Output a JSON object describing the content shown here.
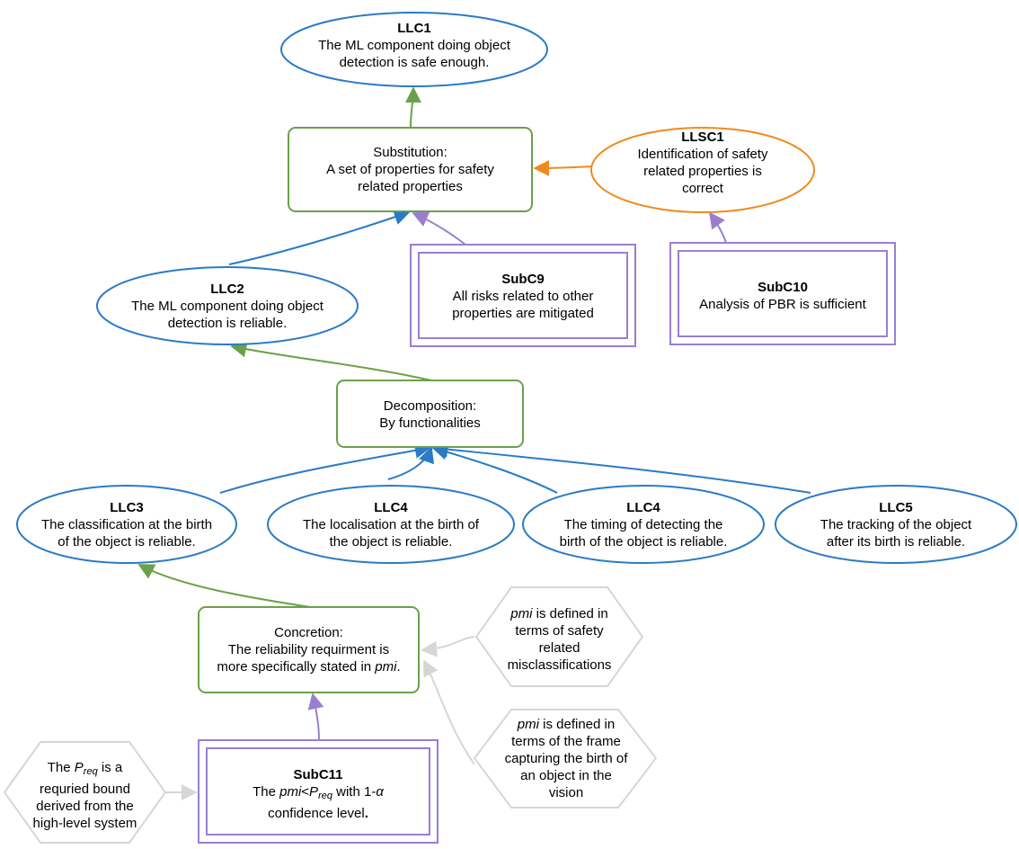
{
  "nodes": {
    "llc1": {
      "title": "LLC1",
      "line1": "The ML component doing object",
      "line2": "detection is safe enough."
    },
    "subst": {
      "line1": "Substitution:",
      "line2": "A set of properties for safety",
      "line3": "related properties"
    },
    "llsc1": {
      "title": "LLSC1",
      "line1": "Identification of safety",
      "line2": "related properties is",
      "line3": "correct"
    },
    "llc2": {
      "title": "LLC2",
      "line1": "The ML component doing object",
      "line2": "detection is reliable."
    },
    "subc9": {
      "title": "SubC9",
      "line1": "All risks related to other",
      "line2": "properties are mitigated"
    },
    "subc10": {
      "title": "SubC10",
      "line1": "Analysis of PBR is sufficient"
    },
    "decomp": {
      "line1": "Decomposition:",
      "line2": "By functionalities"
    },
    "llc3": {
      "title": "LLC3",
      "line1": "The classification at the birth",
      "line2": "of the object is reliable."
    },
    "llc4a": {
      "title": "LLC4",
      "line1": "The localisation at the birth of",
      "line2": "the object is reliable."
    },
    "llc4b": {
      "title": "LLC4",
      "line1": "The timing of detecting the",
      "line2": "birth of the object is reliable."
    },
    "llc5": {
      "title": "LLC5",
      "line1": "The tracking of the object",
      "line2": "after its birth is reliable."
    },
    "concr": {
      "line1": "Concretion:",
      "line2": "The reliability requirment is",
      "line3_pre": "more specifically stated in ",
      "line3_it": "pmi",
      "line3_post": "."
    },
    "hex1": {
      "l1_it": "pmi",
      "l1_post": " is defined in",
      "l2": "terms of safety",
      "l3": "related",
      "l4": "misclassifications"
    },
    "hex2": {
      "l1_it": "pmi",
      "l1_post": " is defined in",
      "l2": "terms of the frame",
      "l3": "capturing the birth of",
      "l4": "an object in the",
      "l5": "vision"
    },
    "hex3": {
      "l1_pre": "The ",
      "l1_p": "P",
      "l1_sub": "req",
      "l1_post": " is a",
      "l2": "requried bound",
      "l3": "derived from the",
      "l4": "high-level system"
    },
    "subc11": {
      "title": "SubC11",
      "l1_pre": "The ",
      "l1_it": "pmi",
      "l1_lt": "<",
      "l1_p": "P",
      "l1_sub": "req",
      "l1_post": " with 1-",
      "l1_alpha": "α",
      "l2": "confidence level",
      "l2_dot": "."
    }
  },
  "colors": {
    "blue": "#2a7bc6",
    "green": "#6aa14a",
    "orange": "#f08a1c",
    "purple": "#9a7fd0",
    "grey": "#d6d6d6"
  }
}
